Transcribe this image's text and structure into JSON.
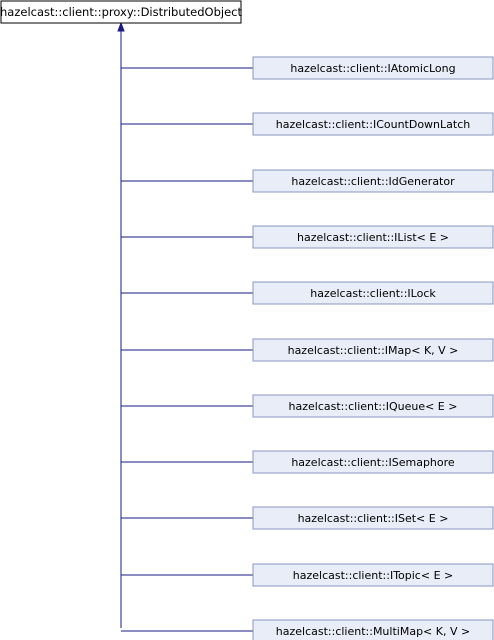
{
  "diagram": {
    "base_class": {
      "label": "hazelcast::client::proxy::DistributedObject"
    },
    "derived_classes": [
      {
        "label": "hazelcast::client::IAtomicLong"
      },
      {
        "label": "hazelcast::client::ICountDownLatch"
      },
      {
        "label": "hazelcast::client::IdGenerator"
      },
      {
        "label": "hazelcast::client::IList< E >"
      },
      {
        "label": "hazelcast::client::ILock"
      },
      {
        "label": "hazelcast::client::IMap< K, V >"
      },
      {
        "label": "hazelcast::client::IQueue< E >"
      },
      {
        "label": "hazelcast::client::ISemaphore"
      },
      {
        "label": "hazelcast::client::ISet< E >"
      },
      {
        "label": "hazelcast::client::ITopic< E >"
      },
      {
        "label": "hazelcast::client::MultiMap< K, V >"
      }
    ],
    "colors": {
      "edge": "#1a1a8a",
      "node_fill": "#e8edf8",
      "node_border": "#8a96c2",
      "base_fill": "#ffffff",
      "base_border": "#000000",
      "text": "#000000"
    }
  }
}
